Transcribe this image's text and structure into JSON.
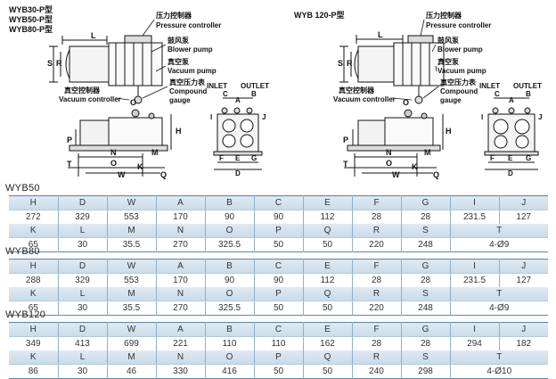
{
  "drawing": {
    "left_models": [
      "WYB30-P型",
      "WYB50-P型",
      "WYB80-P型"
    ],
    "right_model": "WYB 120-P型",
    "pressure_controller_cn": "压力控制器",
    "pressure_controller_en": "Pressure controller",
    "blower_pump_cn": "鼓风泵",
    "blower_pump_en": "Blower pump",
    "vacuum_pump_cn": "真空泵",
    "vacuum_pump_en": "Vacuum pump",
    "compound_gauge_cn": "真空压力表",
    "compound_gauge_en1": "Compound",
    "compound_gauge_en2": "gauge",
    "vacuum_controller_cn": "真空控制器",
    "vacuum_controller_en": "Vacuum controller",
    "inlet": "INLET",
    "outlet": "OUTLET",
    "dim_letters": {
      "L": "L",
      "S": "S",
      "R": "R",
      "H": "H",
      "P": "P",
      "T": "T",
      "N": "N",
      "O": "O",
      "M": "M",
      "K": "K",
      "W": "W",
      "Q": "Q",
      "C": "C",
      "A": "A",
      "B": "B",
      "F": "F",
      "E": "E",
      "G": "G",
      "D": "D",
      "I": "I",
      "J": "J"
    }
  },
  "tables": [
    {
      "title": "WYB50",
      "header1": [
        "H",
        "D",
        "W",
        "A",
        "B",
        "C",
        "E",
        "F",
        "G",
        "I",
        "J"
      ],
      "values1": [
        "272",
        "329",
        "553",
        "170",
        "90",
        "90",
        "112",
        "28",
        "28",
        "231.5",
        "127"
      ],
      "header2": [
        "K",
        "L",
        "M",
        "N",
        "O",
        "P",
        "Q",
        "R",
        "S",
        "T"
      ],
      "values2": [
        "65",
        "30",
        "35.5",
        "270",
        "325.5",
        "50",
        "50",
        "220",
        "248",
        "4-Ø9"
      ]
    },
    {
      "title": "WYB80",
      "header1": [
        "H",
        "D",
        "W",
        "A",
        "B",
        "C",
        "E",
        "F",
        "G",
        "I",
        "J"
      ],
      "values1": [
        "288",
        "329",
        "553",
        "170",
        "90",
        "90",
        "112",
        "28",
        "28",
        "231.5",
        "127"
      ],
      "header2": [
        "K",
        "L",
        "M",
        "N",
        "O",
        "P",
        "Q",
        "R",
        "S",
        "T"
      ],
      "values2": [
        "65",
        "30",
        "35.5",
        "270",
        "325.5",
        "50",
        "50",
        "220",
        "248",
        "4-Ø9"
      ]
    },
    {
      "title": "WYB120",
      "header1": [
        "H",
        "D",
        "W",
        "A",
        "B",
        "C",
        "E",
        "F",
        "G",
        "I",
        "J"
      ],
      "values1": [
        "349",
        "413",
        "699",
        "221",
        "110",
        "110",
        "162",
        "28",
        "28",
        "294",
        "182"
      ],
      "header2": [
        "K",
        "L",
        "M",
        "N",
        "O",
        "P",
        "Q",
        "R",
        "S",
        "T"
      ],
      "values2": [
        "86",
        "30",
        "46",
        "330",
        "416",
        "50",
        "50",
        "240",
        "298",
        "4-Ø10"
      ]
    }
  ]
}
